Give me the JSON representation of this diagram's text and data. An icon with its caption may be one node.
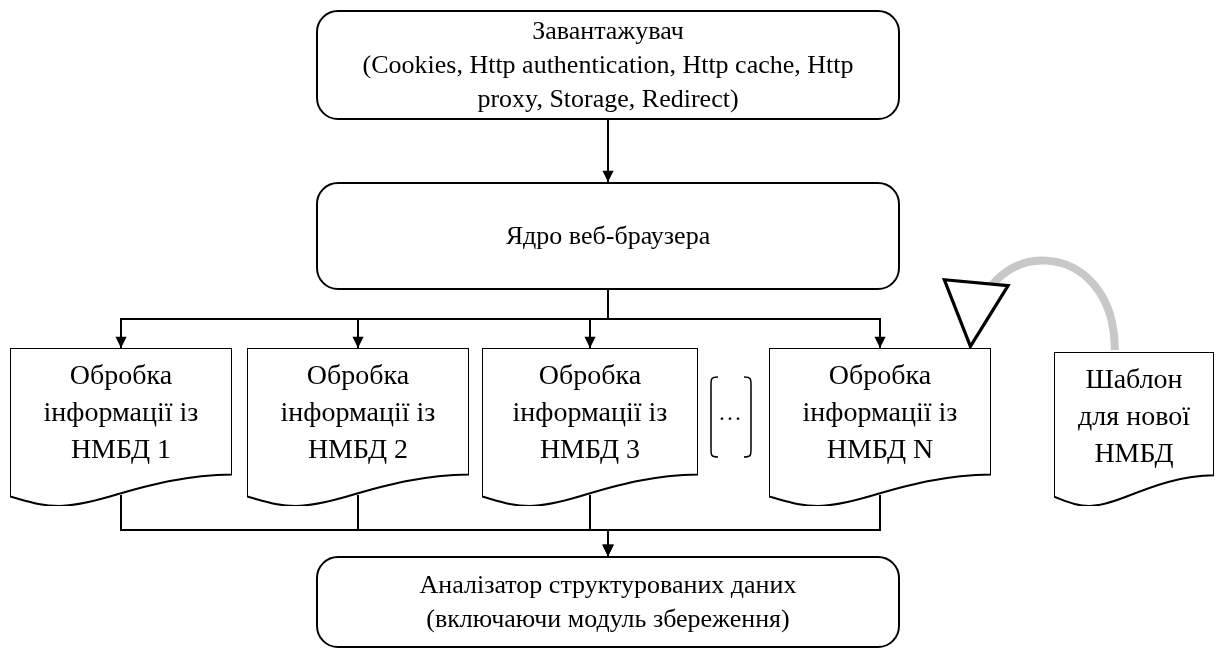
{
  "diagram": {
    "nodes": [
      {
        "text": [
          "Завантажувач",
          "(Cookies, Http authentication, Http cache, Http proxy, Storage, Redirect)"
        ]
      },
      {
        "text": [
          "Ядро веб-браузера"
        ]
      },
      {
        "text": [
          "Обробка інформації із НМБД 1"
        ]
      },
      {
        "text": [
          "Обробка інформації із НМБД 2"
        ]
      },
      {
        "text": [
          "Обробка інформації із НМБД 3"
        ]
      },
      {
        "text": [
          "Обробка інформації із НМБД N"
        ]
      },
      {
        "text": [
          "Шаблон для нової НМБД"
        ]
      },
      {
        "text": [
          "Аналізатор структурованих даних",
          "(включаючи модуль збереження)"
        ]
      }
    ],
    "edges": [
      {
        "from": 0,
        "to": 1,
        "arrow": "to"
      },
      {
        "from": 1,
        "to": 2,
        "arrow": "to"
      },
      {
        "from": 1,
        "to": 3,
        "arrow": "to"
      },
      {
        "from": 1,
        "to": 4,
        "arrow": "to"
      },
      {
        "from": 1,
        "to": 5,
        "arrow": "to"
      },
      {
        "from": 2,
        "to": 7,
        "arrow": "to"
      },
      {
        "from": 3,
        "to": 7,
        "arrow": "to"
      },
      {
        "from": 4,
        "to": 7,
        "arrow": "to"
      },
      {
        "from": 5,
        "to": 7,
        "arrow": "to"
      },
      {
        "from": 6,
        "to": 5,
        "arrow": "to",
        "style": "thick",
        "color": "#c8c8c8"
      }
    ],
    "labels": [
      "…"
    ]
  }
}
